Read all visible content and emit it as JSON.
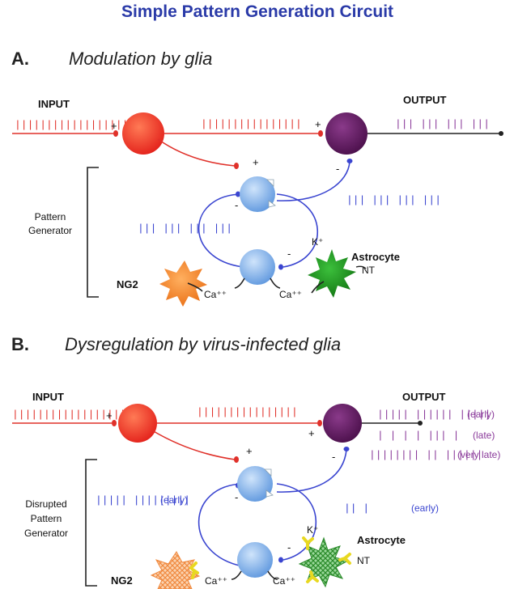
{
  "title": "Simple Pattern Generation Circuit",
  "colors": {
    "title": "#2a3aa8",
    "excitatory": "#e0312a",
    "output_neuron": "#5a1a5a",
    "interneuron": "#6fa8e8",
    "ng2": "#f07820",
    "astrocyte": "#1a8a1a",
    "infected_marker": "#e8d820",
    "spikes_red": "#e0312a",
    "spikes_purple": "#8a3a9a",
    "spikes_blue": "#3a45d0"
  },
  "panel_a": {
    "letter": "A.",
    "heading": "Modulation by glia",
    "input_label": "INPUT",
    "output_label": "OUTPUT",
    "input_spikes": "||||||||||||||||||",
    "mid_spikes": "||||||||||||||||",
    "output_spikes": "|||  |||  |||  |||",
    "right_spikes": "|||  |||  |||  |||",
    "left_spikes": "|||  |||  |||  |||",
    "plus": "+",
    "minus": "-",
    "group_label_1": "Pattern",
    "group_label_2": "Generator",
    "ng2_label": "NG2",
    "astrocyte_label": "Astrocyte",
    "nt_label": "NT",
    "k_label": "K⁺",
    "ca_label": "Ca⁺⁺"
  },
  "panel_b": {
    "letter": "B.",
    "heading": "Dysregulation by virus-infected glia",
    "input_label": "INPUT",
    "output_label": "OUTPUT",
    "input_spikes": "||||||||||||||||||",
    "mid_spikes": "||||||||||||||||",
    "output_early_spikes": "|||||    ||||||    |||||",
    "output_early_tag": "(early)",
    "output_late_spikes": "|   |  |  |     |||  |",
    "output_late_tag": "(late)",
    "output_verylate_spikes": "|||||||| || ||||||",
    "output_verylate_tag": "(very late)",
    "left_spikes": "|||||  |||||||||",
    "left_tag": "(early)",
    "right_spikes": "||        |",
    "right_tag": "(early)",
    "plus": "+",
    "minus": "-",
    "group_label_1": "Disrupted",
    "group_label_2": "Pattern",
    "group_label_3": "Generator",
    "ng2_label": "NG2",
    "astrocyte_label": "Astrocyte",
    "nt_label": "NT",
    "k_label": "K⁺",
    "ca_label": "Ca⁺⁺"
  }
}
